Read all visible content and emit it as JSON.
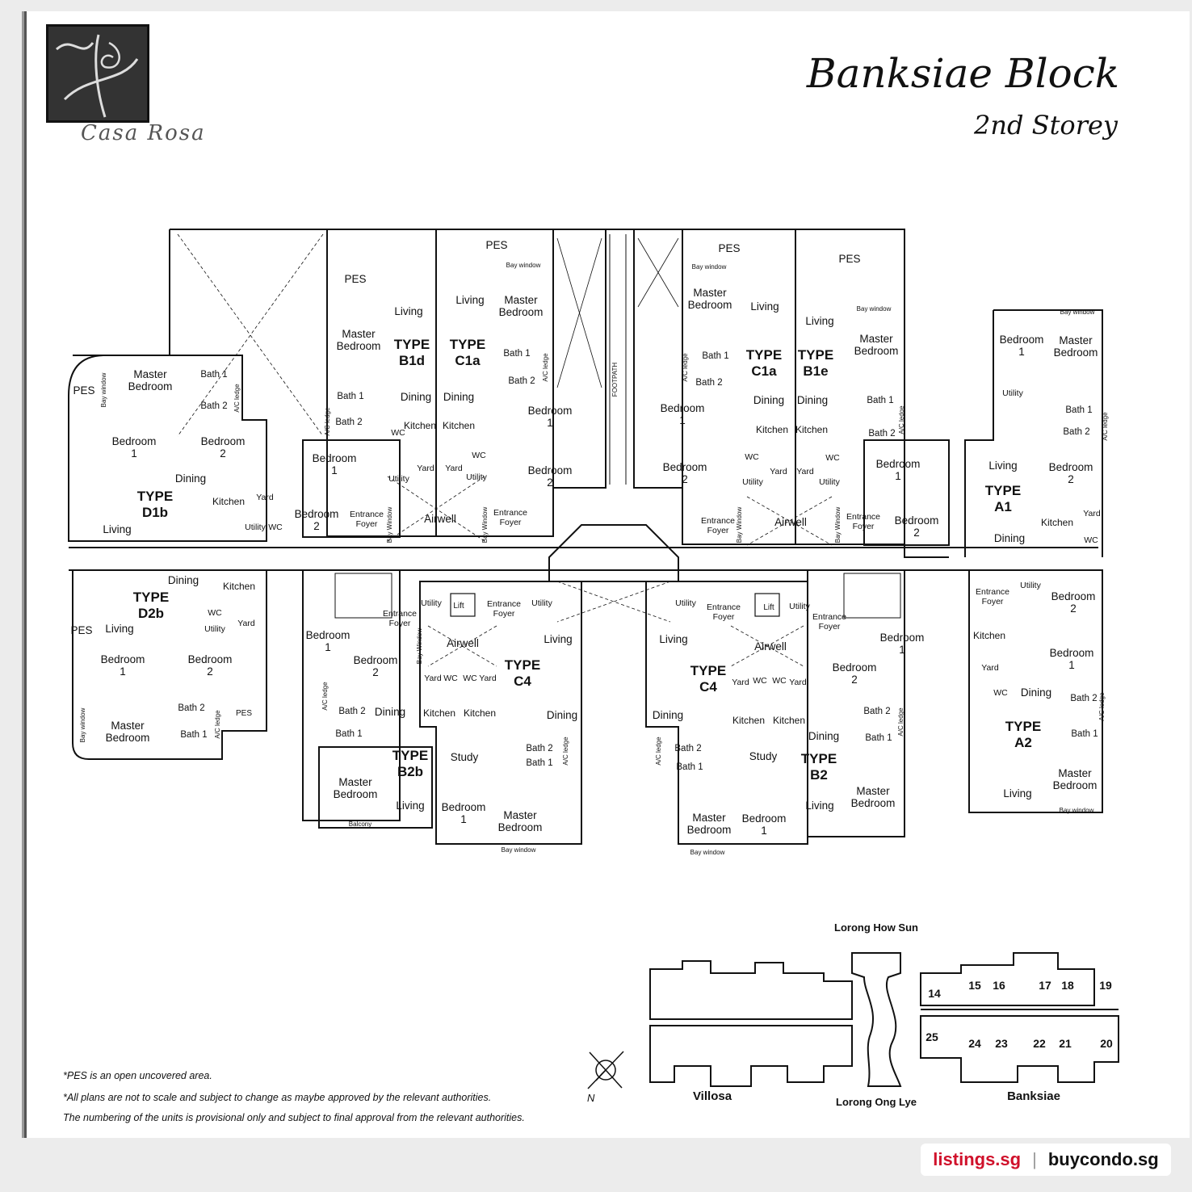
{
  "header": {
    "brand": "Casa Rosa",
    "title": "Banksiae Block",
    "subtitle": "2nd Storey"
  },
  "plan": {
    "units": [
      {
        "type_label": "TYPE",
        "code": "D1b"
      },
      {
        "type_label": "TYPE",
        "code": "B1d"
      },
      {
        "type_label": "TYPE",
        "code": "C1a"
      },
      {
        "type_label": "TYPE",
        "code": "C1a"
      },
      {
        "type_label": "TYPE",
        "code": "B1e"
      },
      {
        "type_label": "TYPE",
        "code": "A1"
      },
      {
        "type_label": "TYPE",
        "code": "D2b"
      },
      {
        "type_label": "TYPE",
        "code": "B2b"
      },
      {
        "type_label": "TYPE",
        "code": "C4"
      },
      {
        "type_label": "TYPE",
        "code": "C4"
      },
      {
        "type_label": "TYPE",
        "code": "B2"
      },
      {
        "type_label": "TYPE",
        "code": "A2"
      }
    ],
    "rooms": {
      "pes": "PES",
      "master_bedroom_1": "Master",
      "master_bedroom_2": "Bedroom",
      "bedroom": "Bedroom",
      "n1": "1",
      "n2": "2",
      "bath1": "Bath 1",
      "bath2": "Bath 2",
      "living": "Living",
      "dining": "Dining",
      "kitchen": "Kitchen",
      "yard": "Yard",
      "utility": "Utility",
      "wc": "WC",
      "airwell": "Airwell",
      "entrance_1": "Entrance",
      "entrance_2": "Foyer",
      "bay_window": "Bay window",
      "bay_window_v": "Bay Window",
      "ac_ledge": "A/C ledge",
      "lift": "Lift",
      "study": "Study",
      "balcony": "Balcony",
      "footpath": "FOOTPATH"
    }
  },
  "site_plan": {
    "road_top": "Lorong How Sun",
    "road_bottom": "Lorong Ong Lye",
    "block_left": "Villosa",
    "block_right": "Banksiae",
    "north": "N",
    "unit_numbers_top": [
      "14",
      "15",
      "16",
      "17",
      "18",
      "19"
    ],
    "unit_numbers_bottom": [
      "25",
      "24",
      "23",
      "22",
      "21",
      "20"
    ]
  },
  "notes": [
    "*PES is an open uncovered area.",
    "*All plans are not to scale and subject to change as maybe approved by the relevant authorities.",
    "The numbering of the units is provisional only and subject to final approval from the relevant authorities."
  ],
  "footer": {
    "site_a": "listings.sg",
    "separator": "|",
    "site_b": "buycondo.sg"
  }
}
